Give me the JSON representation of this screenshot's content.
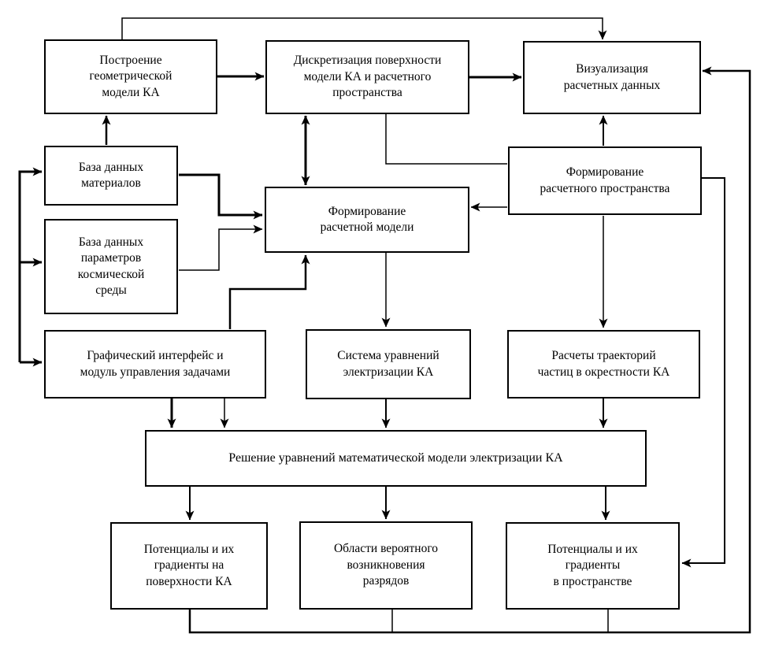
{
  "diagram": {
    "description_language": "ru",
    "nodes": {
      "geometry_model": {
        "label": "Построение\nгеометрической\nмодели КА"
      },
      "discretization": {
        "label": "Дискретизация поверхности\nмодели КА и расчетного\nпространства"
      },
      "visualization": {
        "label": "Визуализация\nрасчетных данных"
      },
      "materials_db": {
        "label": "База данных\nматериалов"
      },
      "space_env_db": {
        "label": "База данных\nпараметров\nкосмической\nсреды"
      },
      "comp_space_formation": {
        "label": "Формирование\nрасчетного пространства"
      },
      "comp_model_formation": {
        "label": "Формирование\nрасчетной модели"
      },
      "gui_task_manager": {
        "label": "Графический интерфейс и\nмодуль управления задачами"
      },
      "charging_equations": {
        "label": "Система уравнений\nэлектризации КА"
      },
      "particle_trajectories": {
        "label": "Расчеты траекторий\nчастиц в окрестности КА"
      },
      "equation_solver": {
        "label": "Решение уравнений математической модели электризации КА"
      },
      "surface_potentials": {
        "label": "Потенциалы и их\nградиенты на\nповерхности КА"
      },
      "discharge_areas": {
        "label": "Области вероятного\nвозникновения\nразрядов"
      },
      "space_potentials": {
        "label": "Потенциалы и их\nградиенты\nв пространстве"
      }
    },
    "edges": [
      {
        "from": "geometry_model",
        "to": "visualization",
        "via": "top rail"
      },
      {
        "from": "geometry_model",
        "to": "discretization"
      },
      {
        "from": "discretization",
        "to": "visualization"
      },
      {
        "from": "discretization",
        "to": "comp_model_formation",
        "bidirectional": true
      },
      {
        "from": "discretization",
        "to": "comp_space_formation",
        "arrow": false
      },
      {
        "from": "comp_space_formation",
        "to": "comp_model_formation"
      },
      {
        "from": "comp_space_formation",
        "to": "visualization"
      },
      {
        "from": "comp_space_formation",
        "to": "space_potentials",
        "via": "right channel"
      },
      {
        "from": "comp_space_formation",
        "to": "particle_trajectories"
      },
      {
        "from": "materials_db",
        "to": "geometry_model"
      },
      {
        "from": "materials_db",
        "to": "comp_model_formation"
      },
      {
        "from": "space_env_db",
        "to": "comp_model_formation"
      },
      {
        "from": "left_bus",
        "to": "materials_db"
      },
      {
        "from": "left_bus",
        "to": "space_env_db"
      },
      {
        "from": "left_bus",
        "to": "gui_task_manager"
      },
      {
        "from": "gui_task_manager",
        "to": "comp_model_formation"
      },
      {
        "from": "gui_task_manager",
        "to": "equation_solver",
        "count": 2
      },
      {
        "from": "comp_model_formation",
        "to": "charging_equations"
      },
      {
        "from": "charging_equations",
        "to": "equation_solver"
      },
      {
        "from": "particle_trajectories",
        "to": "equation_solver"
      },
      {
        "from": "equation_solver",
        "to": "surface_potentials"
      },
      {
        "from": "equation_solver",
        "to": "discharge_areas"
      },
      {
        "from": "equation_solver",
        "to": "space_potentials"
      },
      {
        "from": "surface_potentials",
        "to": "visualization",
        "via": "bottom bus"
      },
      {
        "from": "discharge_areas",
        "to": "visualization",
        "via": "bottom bus"
      },
      {
        "from": "space_potentials",
        "to": "visualization",
        "via": "bottom bus"
      }
    ],
    "colors": {
      "line": "#000000",
      "background": "#ffffff",
      "box_fill": "#ffffff"
    }
  }
}
